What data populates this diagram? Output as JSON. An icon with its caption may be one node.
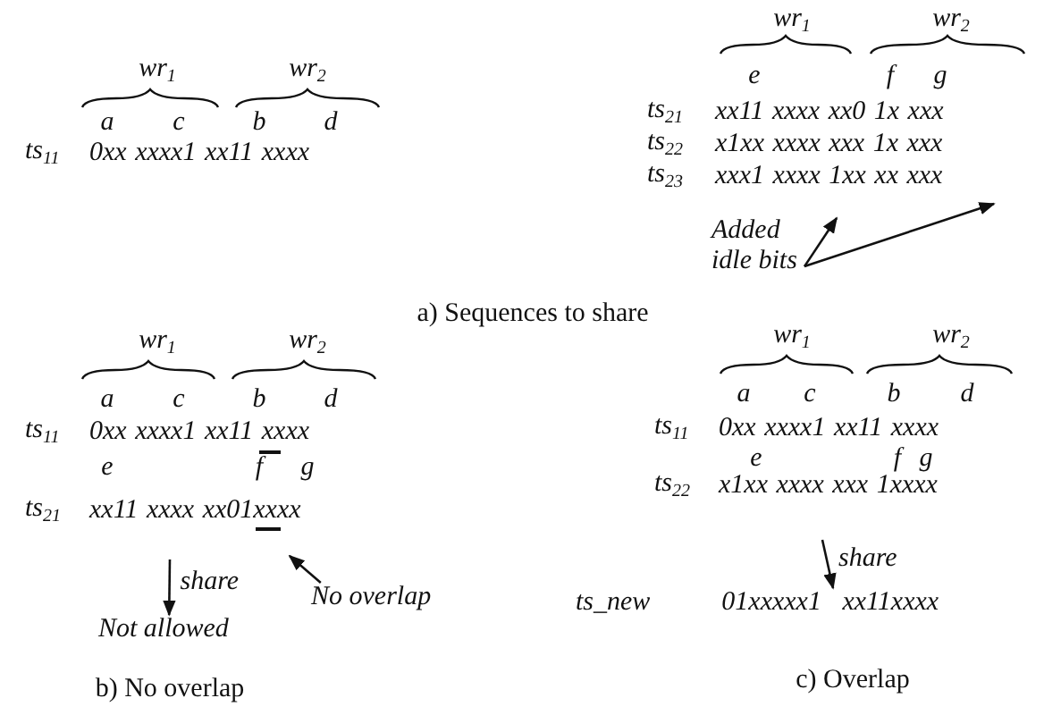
{
  "diagram": {
    "nodes": [
      {
        "text": [
          "Added idle bits"
        ]
      },
      {
        "text": [
          "No overlap"
        ]
      },
      {
        "text": [
          "Not allowed"
        ]
      },
      {
        "text": [
          "ts_new",
          "01xxxxx1 xx11xxxx"
        ]
      }
    ],
    "edges": [
      {
        "from": 0,
        "to": null,
        "arrow": "to"
      },
      {
        "from": 0,
        "to": null,
        "arrow": "to"
      },
      {
        "from": 1,
        "to": null,
        "arrow": "to"
      },
      {
        "from": null,
        "to": 2,
        "arrow": "to",
        "label": "share"
      },
      {
        "from": null,
        "to": 3,
        "arrow": "to",
        "label": "share"
      }
    ],
    "labels": [
      "wr$_{1}$",
      "wr$_{2}$",
      "a",
      "c",
      "b",
      "d",
      "ts$_{11}$",
      "0xx xxxx1 xx11 xxxx",
      "wr$_{1}$",
      "wr$_{2}$",
      "e",
      "f",
      "g",
      "ts$_{21}$",
      "xx11 xxxx xx0 1x xxx",
      "ts$_{22}$",
      "x1xx xxxx xxx 1x xxx",
      "ts$_{23}$",
      "xxx1 xxxx 1xx xx xxx",
      "a) Sequences to share",
      "wr$_{1}$",
      "wr$_{2}$",
      "a",
      "c",
      "b",
      "d",
      "ts$_{11}$",
      "0xx xxxx1 xx11 xxxx",
      "e",
      "f",
      "g",
      "ts$_{21}$",
      "xx11 xxxx xx01xxxx",
      "b) No overlap",
      "wr$_{1}$",
      "wr$_{2}$",
      "a",
      "c",
      "b",
      "d",
      "ts$_{11}$",
      "0xx xxxx1 xx11 xxxx",
      "e",
      "f",
      "g",
      "ts$_{22}$",
      "x1xx xxxx xxx 1xxxx",
      "c) Overlap"
    ]
  }
}
